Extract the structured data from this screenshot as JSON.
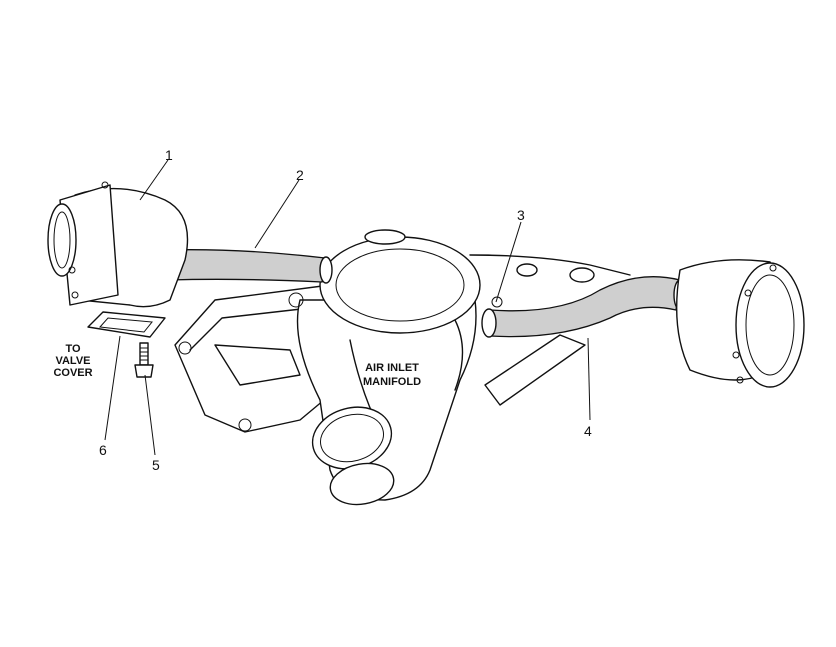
{
  "callouts": [
    {
      "id": "callout-1",
      "label": "1"
    },
    {
      "id": "callout-2",
      "label": "2"
    },
    {
      "id": "callout-3",
      "label": "3"
    },
    {
      "id": "callout-4",
      "label": "4"
    },
    {
      "id": "callout-5",
      "label": "5"
    },
    {
      "id": "callout-6",
      "label": "6"
    }
  ],
  "captions": {
    "to_valve_cover": [
      "TO",
      "VALVE",
      "COVER"
    ],
    "air_inlet_manifold": [
      "AIR INLET",
      "MANIFOLD"
    ]
  }
}
